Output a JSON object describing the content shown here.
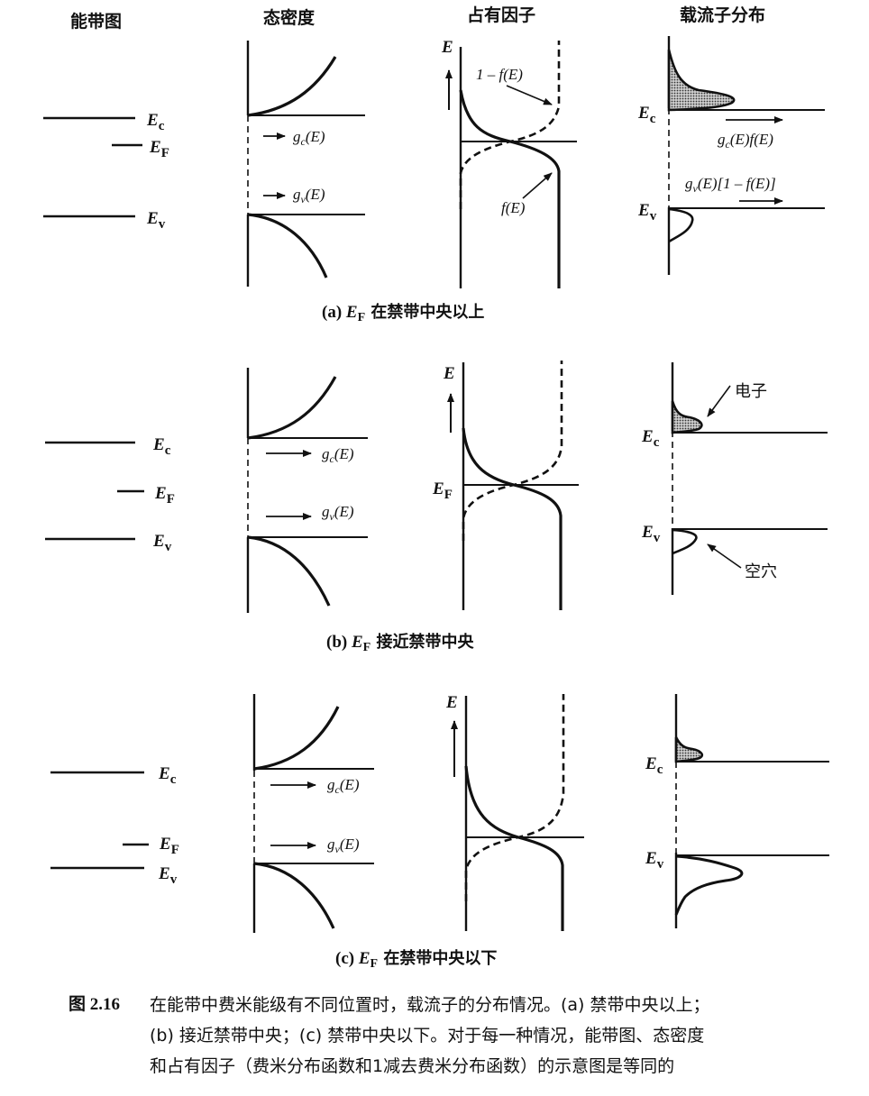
{
  "headers": {
    "band": "能带图",
    "dos": "态密度",
    "occupancy": "占有因子",
    "carrier": "载流子分布"
  },
  "labels": {
    "Ec_main": "E",
    "Ec_sub": "c",
    "EF_main": "E",
    "EF_sub": "F",
    "Ev_main": "E",
    "Ev_sub": "v",
    "E_axis": "E",
    "gc": "g",
    "gc_sub": "c",
    "gc_arg": "(E)",
    "gv": "g",
    "gv_sub": "v",
    "gv_arg": "(E)",
    "one_minus_f": "1 – f(E)",
    "f": "f(E)",
    "gc_f": "g",
    "gc_f_rest": "(E)f(E)",
    "gv_1mf_rest": "(E)[1 – f(E)]",
    "electron": "电子",
    "hole": "空穴"
  },
  "subcaptions": {
    "a_prefix": "(a) ",
    "a_text": " 在禁带中央以上",
    "b_prefix": "(b) ",
    "b_text": " 接近禁带中央",
    "c_prefix": "(c) ",
    "c_text": " 在禁带中央以下"
  },
  "caption": {
    "number": "图 2.16",
    "line1": "在能带中费米能级有不同位置时，载流子的分布情况。(a) 禁带中央以上；",
    "line2": "(b) 接近禁带中央；(c) 禁带中央以下。对于每一种情况，能带图、态密度",
    "line3": "和占有因子（费米分布函数和1减去费米分布函数）的示意图是等同的"
  }
}
